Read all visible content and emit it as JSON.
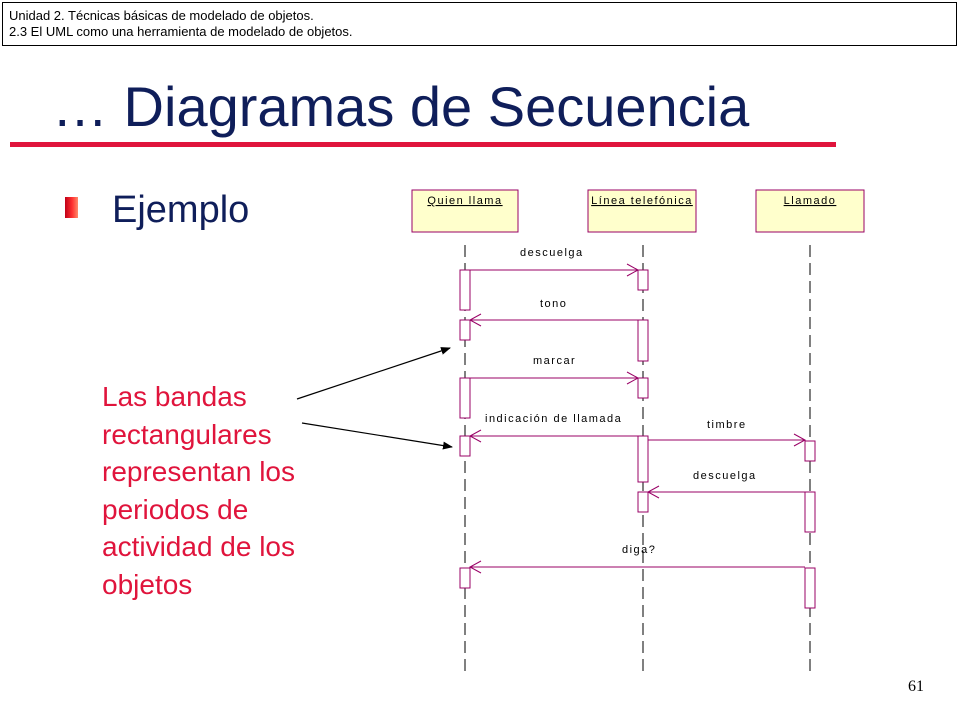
{
  "header": {
    "line1": "Unidad 2. Técnicas básicas de modelado de objetos.",
    "line2": "2.3 El UML como una herramienta de modelado de objetos."
  },
  "title": "… Diagramas de Secuencia",
  "bullet": "Ejemplo",
  "annotation": {
    "lines": [
      "Las bandas",
      "rectangulares",
      "representan los",
      "periodos de",
      "actividad de los",
      "objetos"
    ]
  },
  "slide_number": "61",
  "diagram": {
    "objects": [
      {
        "id": "caller",
        "label": "Quien llama"
      },
      {
        "id": "line",
        "label": "Línea telefónica"
      },
      {
        "id": "callee",
        "label": "Llamado"
      }
    ],
    "messages": [
      {
        "from": "caller",
        "to": "line",
        "label": "descuelga"
      },
      {
        "from": "line",
        "to": "caller",
        "label": "tono"
      },
      {
        "from": "caller",
        "to": "line",
        "label": "marcar"
      },
      {
        "from": "line",
        "to": "caller",
        "label": "indicación de llamada"
      },
      {
        "from": "line",
        "to": "callee",
        "label": "timbre"
      },
      {
        "from": "callee",
        "to": "line",
        "label": "descuelga"
      },
      {
        "from": "callee",
        "to": "caller",
        "label": "diga?"
      }
    ],
    "colors": {
      "object_fill": "#ffffcc",
      "message": "#990066",
      "annotation": "#e0143c"
    }
  }
}
